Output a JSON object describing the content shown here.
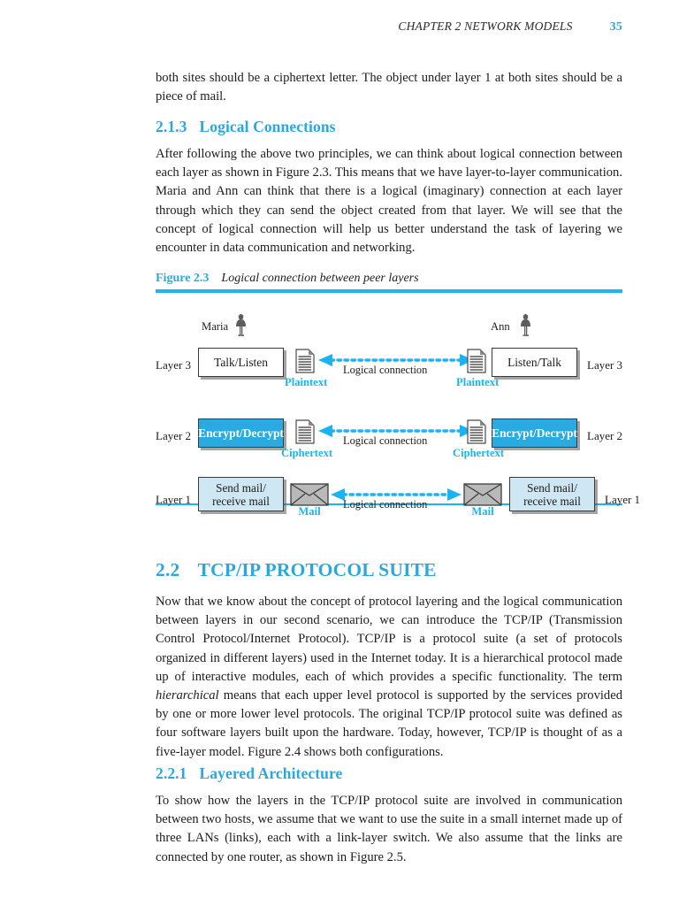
{
  "header": {
    "chapter": "CHAPTER 2    NETWORK MODELS",
    "page_number": "35"
  },
  "content": {
    "intro_paragraph": "both sites should be a ciphertext letter. The object under layer 1 at both sites should be a piece of mail.",
    "section_213": {
      "number": "2.1.3",
      "title": "Logical Connections",
      "paragraph": "After following the above two principles, we can think about logical connection between each layer as shown in Figure 2.3. This means that we have layer-to-layer communication. Maria and Ann can think that there is a logical (imaginary) connection at each layer through which they can send the object created from that layer. We will see that the concept of logical connection will help us better understand the task of layering we encounter in data communication and networking."
    },
    "section_22": {
      "number": "2.2",
      "title": "TCP/IP PROTOCOL SUITE",
      "paragraph_part1": "Now that we know about the concept of protocol layering and the logical communication between layers in our second scenario, we can introduce the TCP/IP (Transmission Control Protocol/Internet Protocol). TCP/IP is a protocol suite (a set of protocols organized in different layers) used in the Internet today. It is a hierarchical protocol made up of interactive modules, each of which provides a specific functionality. The term ",
      "paragraph_italic": "hierarchical",
      "paragraph_part2": " means that each upper level protocol is supported by the services provided by one or more lower level protocols. The original TCP/IP protocol suite was defined as four software layers built upon the hardware. Today, however, TCP/IP is thought of as a five-layer model. Figure 2.4 shows both configurations."
    },
    "section_221": {
      "number": "2.2.1",
      "title": "Layered Architecture",
      "paragraph": "To show how the layers in the TCP/IP protocol suite are involved in communication between two hosts, we assume that we want to use the suite in a small internet made up of three LANs (links), each with a link-layer switch. We also assume that the links are connected by one router, as shown in Figure 2.5."
    }
  },
  "figure": {
    "label": "Figure 2.3",
    "caption": "Logical connection between peer layers",
    "people": {
      "left_name": "Maria",
      "right_name": "Ann"
    },
    "layers": [
      {
        "left_side_label": "Layer 3",
        "right_side_label": "Layer 3",
        "left_box": "Talk/Listen",
        "right_box": "Listen/Talk",
        "left_object": "Plaintext",
        "right_object": "Plaintext",
        "connection_label": "Logical connection",
        "object_icon": "document-icon",
        "box_style": "white"
      },
      {
        "left_side_label": "Layer 2",
        "right_side_label": "Layer 2",
        "left_box": "Encrypt/Decrypt",
        "right_box": "Encrypt/Decrypt",
        "left_object": "Ciphertext",
        "right_object": "Ciphertext",
        "connection_label": "Logical connection",
        "object_icon": "document-icon",
        "box_style": "solid-blue"
      },
      {
        "left_side_label": "Layer 1",
        "right_side_label": "Layer 1",
        "left_box_line1": "Send mail/",
        "left_box_line2": "receive mail",
        "right_box_line1": "Send mail/",
        "right_box_line2": "receive mail",
        "left_object": "Mail",
        "right_object": "Mail",
        "connection_label": "Logical connection",
        "object_icon": "envelope-icon",
        "box_style": "light-blue"
      }
    ]
  },
  "colors": {
    "accent_blue": "#29a8e0",
    "rule_blue": "#1ab4f5",
    "solid_box_blue": "#29abe2",
    "light_box_blue": "#cfe7f3",
    "icon_gray": "#6e6e6e"
  }
}
